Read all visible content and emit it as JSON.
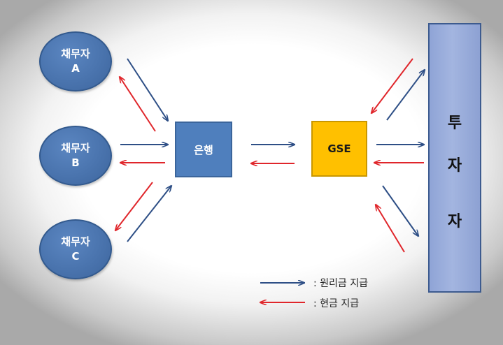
{
  "debtors": [
    {
      "name": "채무자",
      "letter": "A"
    },
    {
      "name": "채무자",
      "letter": "B"
    },
    {
      "name": "채무자",
      "letter": "C"
    }
  ],
  "bank": {
    "label": "은행"
  },
  "gse": {
    "label": "GSE"
  },
  "investor": {
    "chars": [
      "투",
      "자",
      "자"
    ]
  },
  "legend": {
    "principal_label": ": 원리금 지급",
    "cash_label": ": 현금 지급"
  },
  "colors": {
    "principal_arrow": "#2e4f86",
    "cash_arrow": "#e0262b",
    "debtor_fill": "#4a74ae",
    "bank_fill": "#4f7fbd",
    "gse_fill": "#ffc000",
    "investor_fill": "#a3b5e0"
  }
}
